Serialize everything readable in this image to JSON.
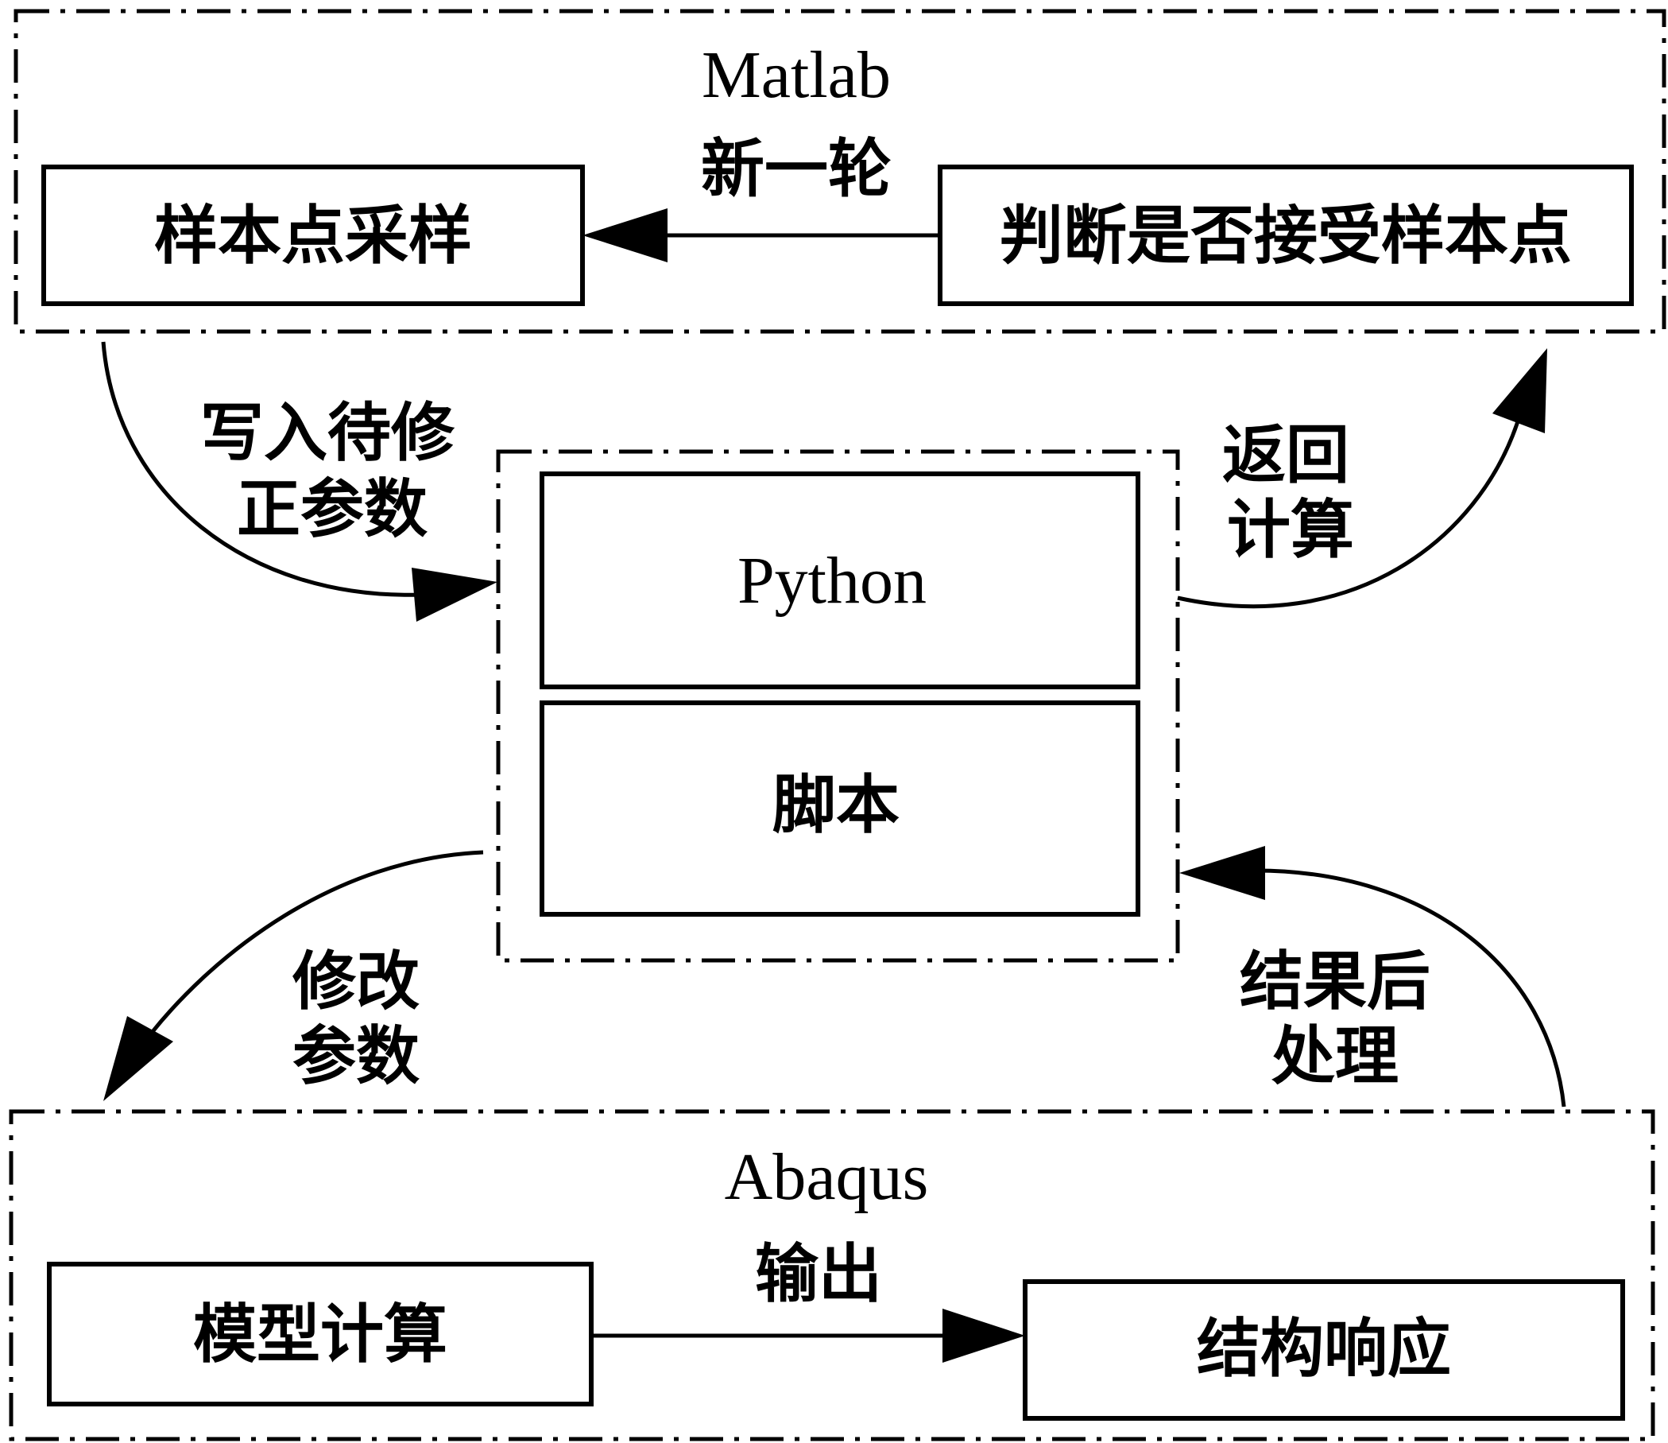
{
  "matlab": {
    "title": "Matlab",
    "sample_box": "样本点采样",
    "accept_box": "判断是否接受样本点",
    "loop_label": "新一轮"
  },
  "python": {
    "title": "Python",
    "script": "脚本"
  },
  "abaqus": {
    "title": "Abaqus",
    "model_box": "模型计算",
    "response_box": "结构响应",
    "output_label": "输出"
  },
  "edges": {
    "write_params_line1": "写入待修",
    "write_params_line2": "正参数",
    "return_line1": "返回",
    "return_line2": "计算",
    "modify_line1": "修改",
    "modify_line2": "参数",
    "postprocess_line1": "结果后",
    "postprocess_line2": "处理"
  }
}
